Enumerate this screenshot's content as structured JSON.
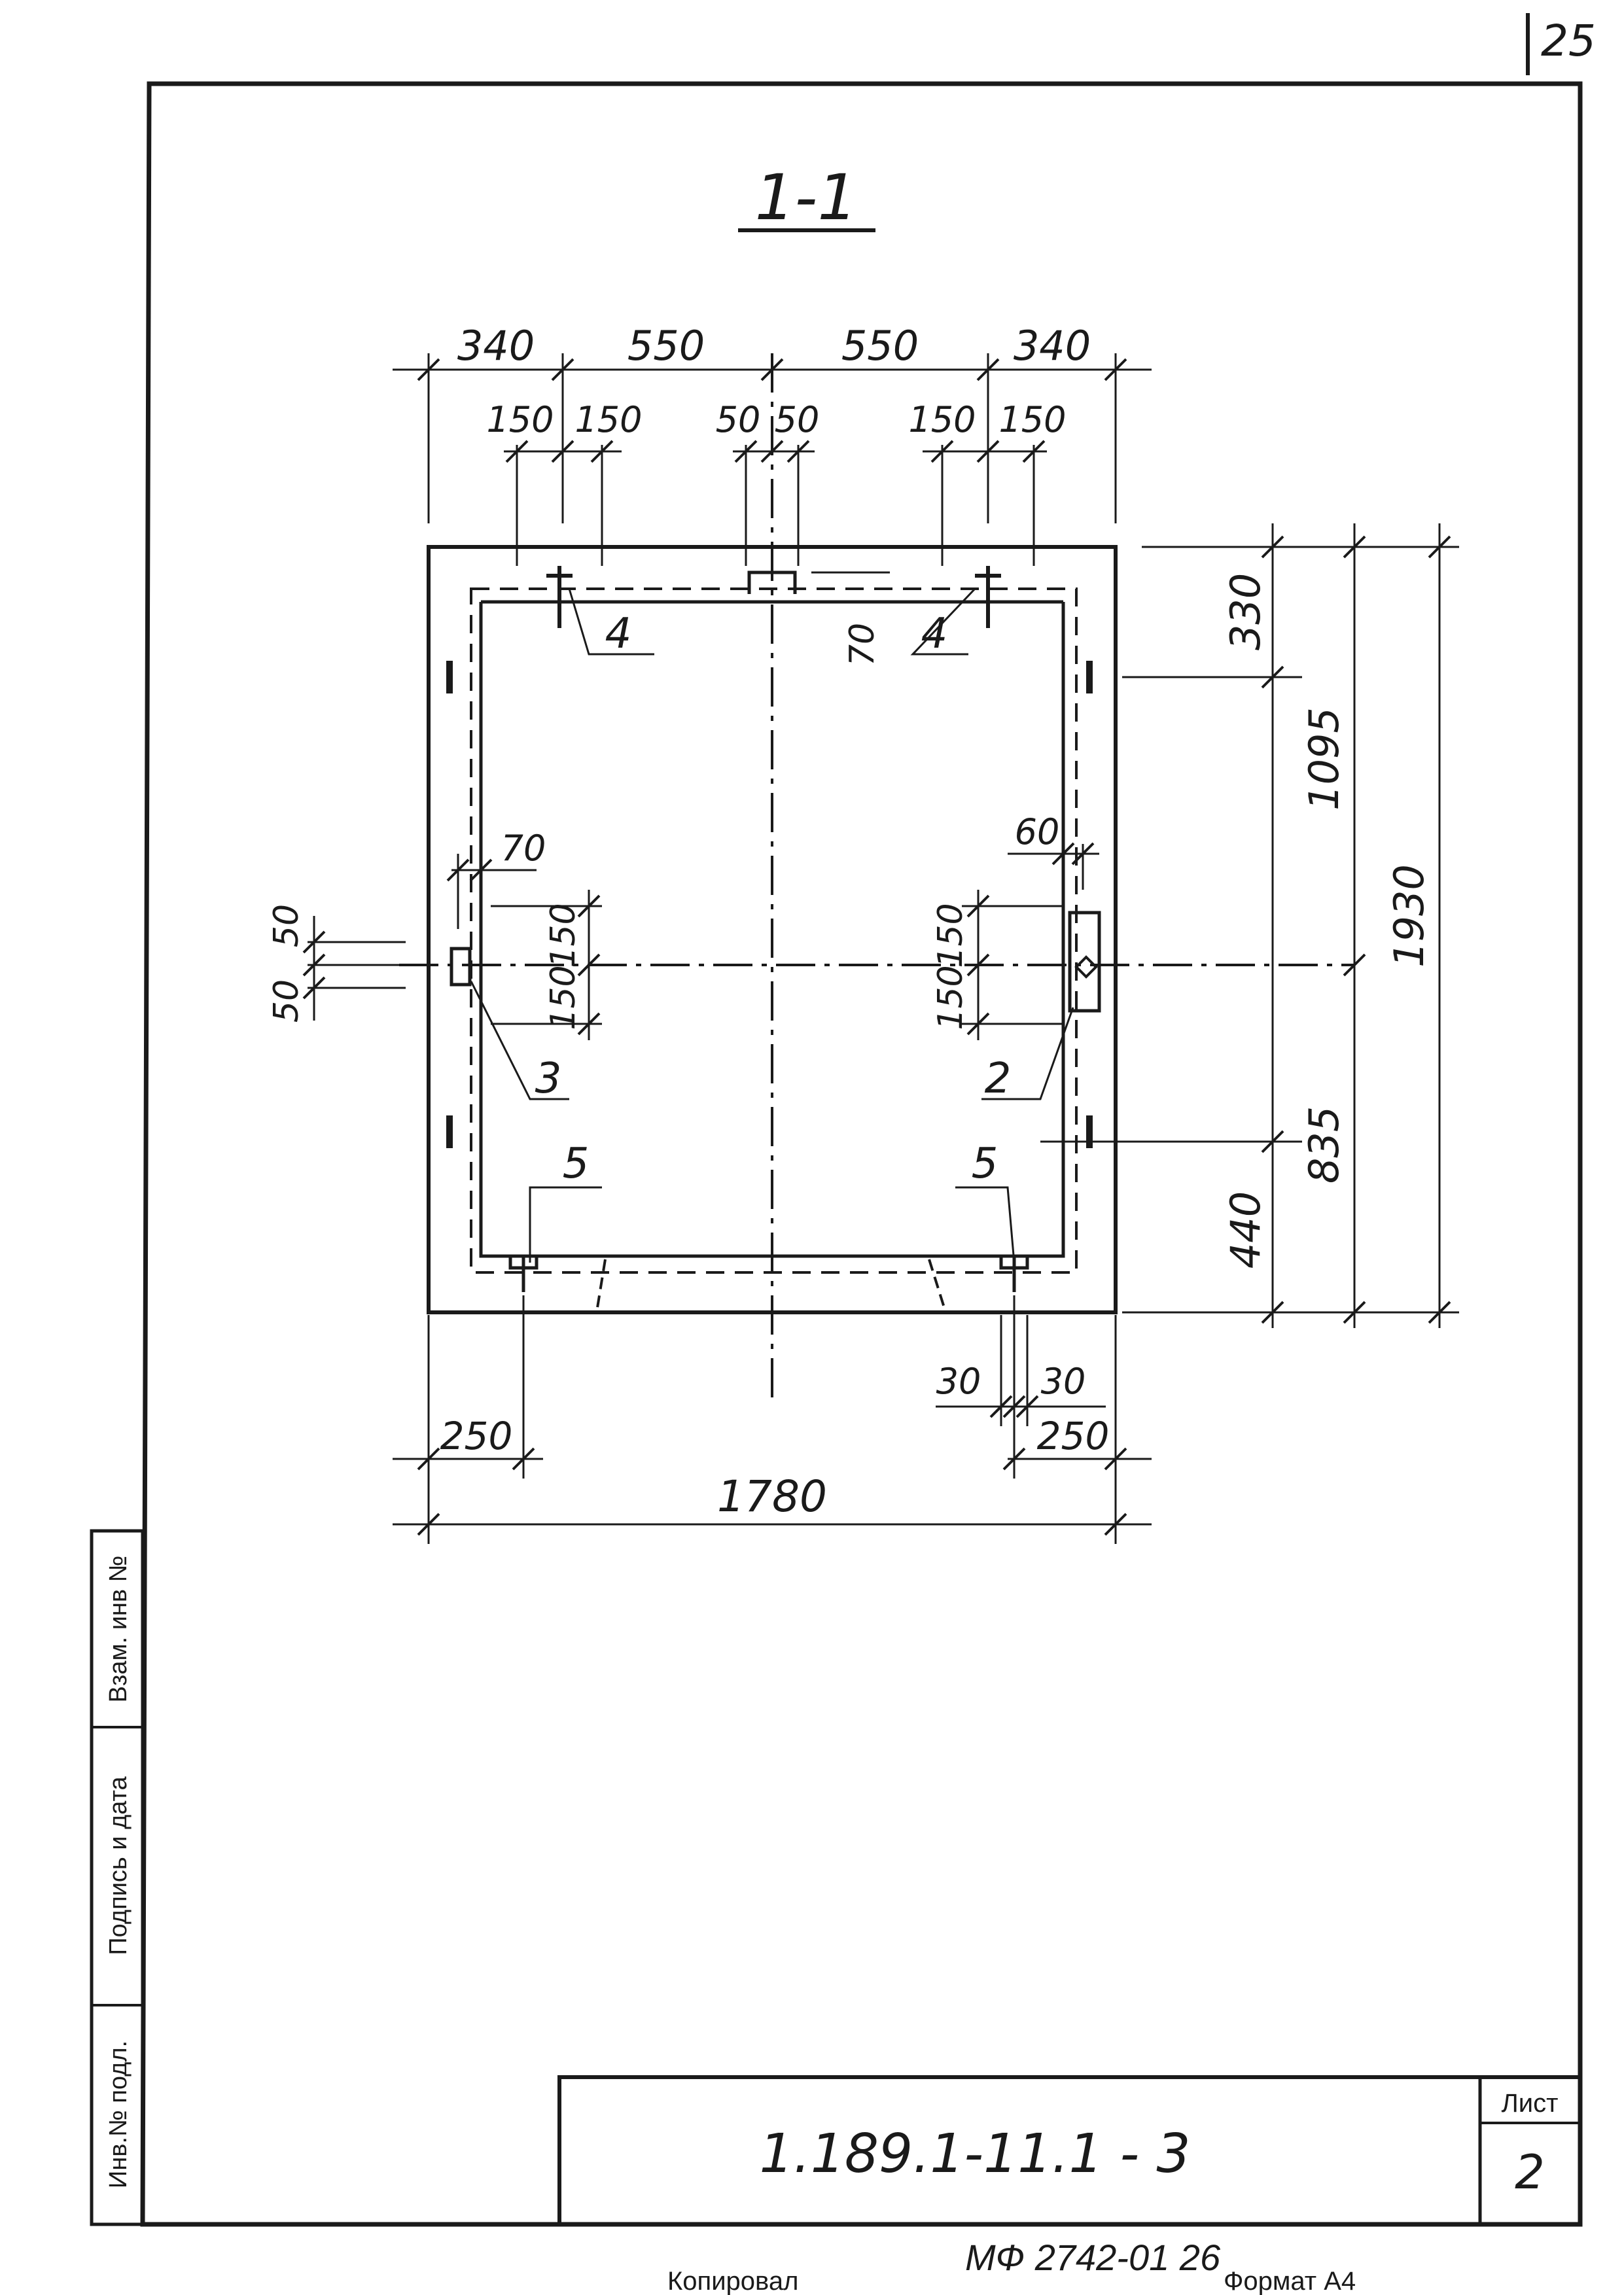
{
  "page_number": "25",
  "section_title": "1-1",
  "dims_top": {
    "outer": [
      "340",
      "550",
      "550",
      "340"
    ],
    "inner_left": [
      "150",
      "150"
    ],
    "center": [
      "50",
      "50"
    ],
    "inner_right": [
      "150",
      "150"
    ]
  },
  "dims_right": {
    "top_offset": "330",
    "upper": "1095",
    "overall": "1930",
    "lower": "835",
    "bottom_offset": "440"
  },
  "dims_left": {
    "gap": "70",
    "small_a": "50",
    "small_b": "50",
    "up": "150",
    "down": "150"
  },
  "dims_right_inner": {
    "gap": "60",
    "up": "150",
    "down": "150"
  },
  "dims_bottom": {
    "small_left": "30",
    "small_right": "30",
    "left_offset": "250",
    "right_offset": "250",
    "overall": "1780"
  },
  "dims_inside": {
    "wall": "70"
  },
  "callouts": {
    "top_left": "4",
    "top_right": "4",
    "mid_left": "3",
    "mid_right": "2",
    "bottom_left": "5",
    "bottom_right": "5"
  },
  "side_stamp": {
    "inv_podl": "Инв.№ подл.",
    "podpis": "Подпись и дата",
    "vzam": "Взам. инв №"
  },
  "title_block": {
    "doc_code": "1.189.1-11.1 - 3",
    "sheet_label": "Лист",
    "sheet_number": "2"
  },
  "footer": {
    "archive": "МФ 2742-01  26",
    "copied": "Копировал",
    "format": "Формат А4"
  }
}
